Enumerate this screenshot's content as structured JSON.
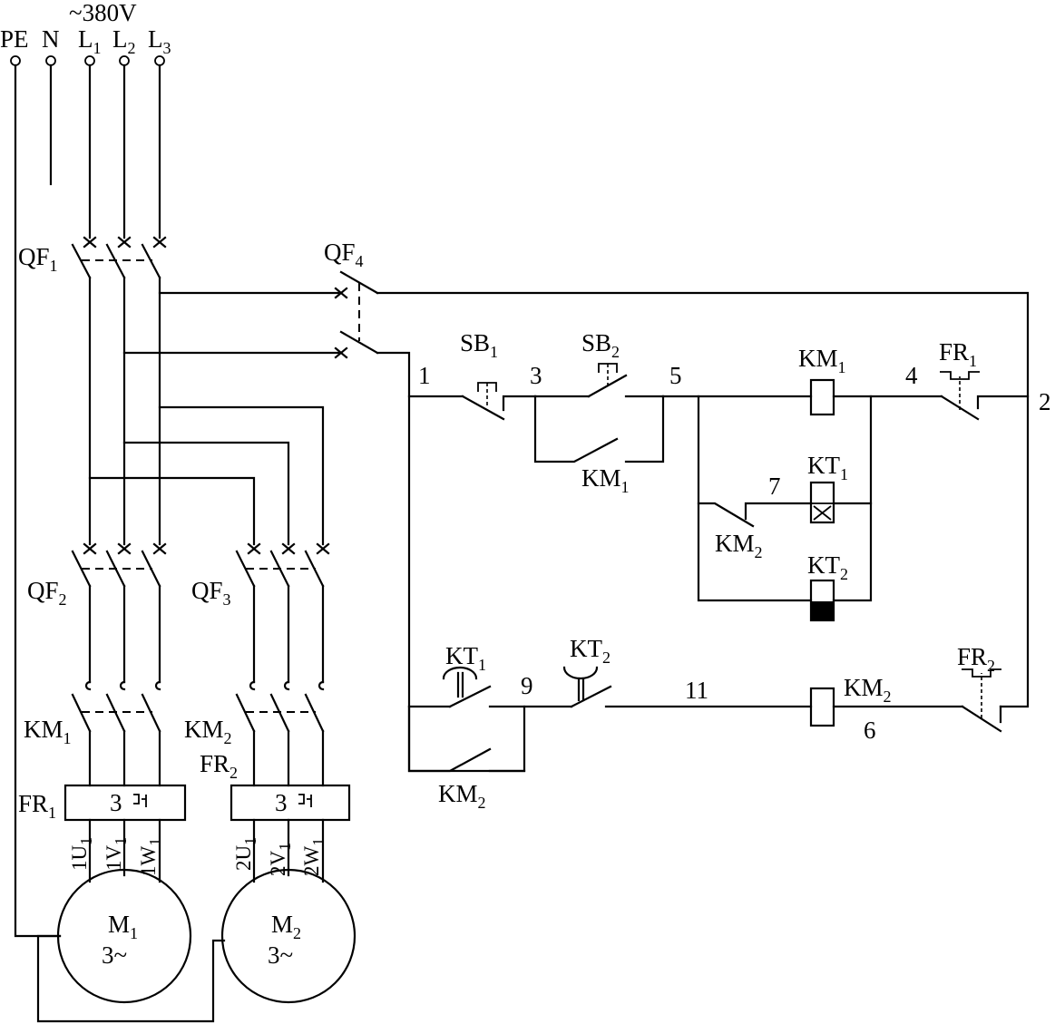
{
  "supply": {
    "voltage": "~380V",
    "pe": "PE",
    "n": "N",
    "l1": "L",
    "l1_sub": "1",
    "l2": "L",
    "l2_sub": "2",
    "l3": "L",
    "l3_sub": "3"
  },
  "power": {
    "qf1": {
      "main": "QF",
      "sub": "1"
    },
    "qf2": {
      "main": "QF",
      "sub": "2"
    },
    "qf3": {
      "main": "QF",
      "sub": "3"
    },
    "km1": {
      "main": "KM",
      "sub": "1"
    },
    "km2": {
      "main": "KM",
      "sub": "2"
    },
    "fr1": {
      "main": "FR",
      "sub": "1"
    },
    "fr2": {
      "main": "FR",
      "sub": "2"
    },
    "relay_mark": "3 ",
    "motor1": {
      "name": "M",
      "sub": "1",
      "phase": "3~",
      "terminals": [
        "1U",
        "1V",
        "1W"
      ],
      "terminal_sub": "1"
    },
    "motor2": {
      "name": "M",
      "sub": "2",
      "phase": "3~",
      "terminals": [
        "2U",
        "2V",
        "2W"
      ],
      "terminal_sub": "1"
    }
  },
  "control": {
    "qf4": {
      "main": "QF",
      "sub": "4"
    },
    "sb1": {
      "main": "SB",
      "sub": "1"
    },
    "sb2": {
      "main": "SB",
      "sub": "2"
    },
    "km1_coil": {
      "main": "KM",
      "sub": "1"
    },
    "km1_contact": {
      "main": "KM",
      "sub": "1"
    },
    "kt1_coil": {
      "main": "KT",
      "sub": "1"
    },
    "kt2_coil": {
      "main": "KT",
      "sub": "2"
    },
    "km2_nc": {
      "main": "KM",
      "sub": "2"
    },
    "fr1_contact": {
      "main": "FR",
      "sub": "1"
    },
    "kt1_contact": {
      "main": "KT",
      "sub": "1"
    },
    "kt2_contact": {
      "main": "KT",
      "sub": "2"
    },
    "km2_coil": {
      "main": "KM",
      "sub": "2"
    },
    "km2_contact": {
      "main": "KM",
      "sub": "2"
    },
    "fr2_contact": {
      "main": "FR",
      "sub": "2"
    },
    "nodes": {
      "n1": "1",
      "n2": "2",
      "n3": "3",
      "n4": "4",
      "n5": "5",
      "n6": "6",
      "n7": "7",
      "n9": "9",
      "n11": "11"
    }
  }
}
